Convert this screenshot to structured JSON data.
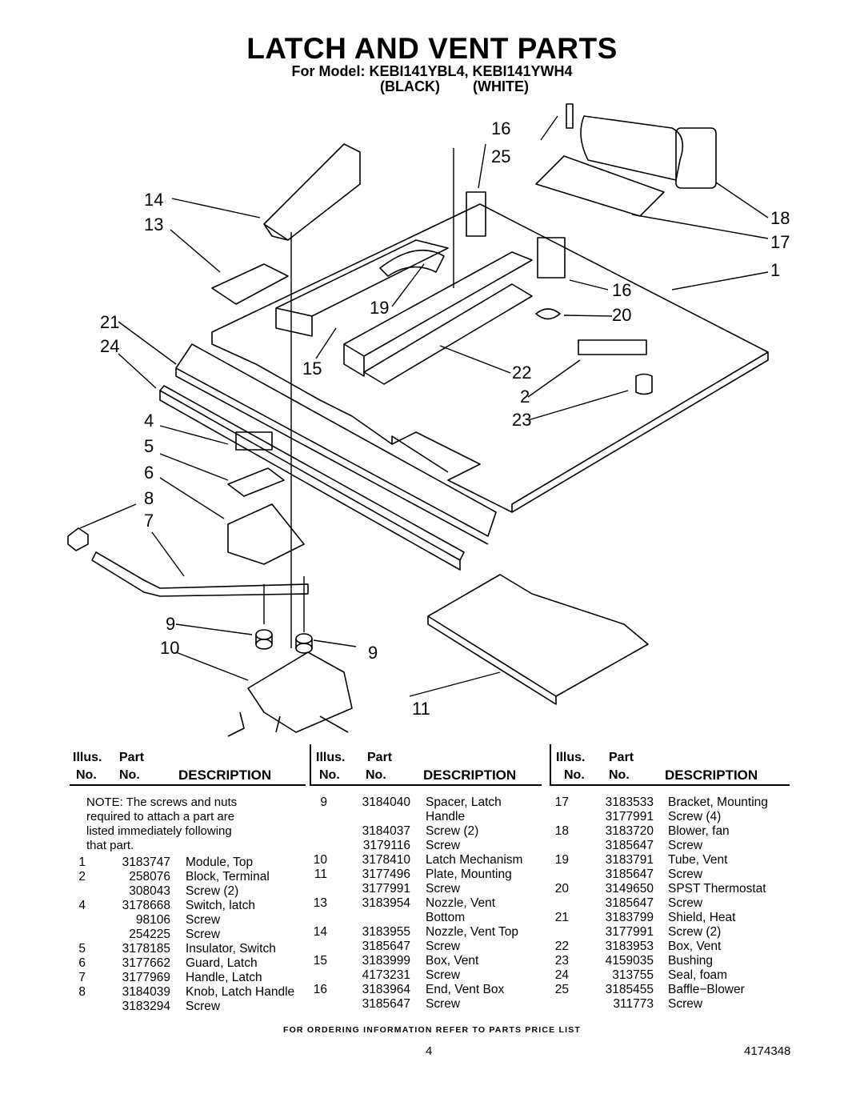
{
  "header": {
    "title": "LATCH AND VENT PARTS",
    "subtitle": "For Model: KEBI141YBL4, KEBI141YWH4",
    "color1": "(BLACK)",
    "color2": "(WHITE)"
  },
  "callouts": [
    "16",
    "25",
    "14",
    "13",
    "18",
    "17",
    "1",
    "16",
    "20",
    "19",
    "21",
    "24",
    "15",
    "22",
    "2",
    "23",
    "4",
    "5",
    "6",
    "8",
    "7",
    "9",
    "10",
    "9",
    "11"
  ],
  "table": {
    "headers": {
      "illus": "Illus.",
      "no": "No.",
      "part": "Part",
      "description": "DESCRIPTION"
    },
    "note": [
      "NOTE: The screws and nuts",
      "required to attach a part are",
      "listed immediately following",
      "that part."
    ],
    "col1": [
      {
        "no": "1",
        "part": "3183747",
        "desc": "Module, Top"
      },
      {
        "no": "2",
        "part": "258076",
        "desc": "Block, Terminal"
      },
      {
        "no": "",
        "part": "308043",
        "desc": "Screw (2)"
      },
      {
        "no": "4",
        "part": "3178668",
        "desc": "Switch, latch"
      },
      {
        "no": "",
        "part": "98106",
        "desc": "Screw"
      },
      {
        "no": "",
        "part": "254225",
        "desc": "Screw"
      },
      {
        "no": "5",
        "part": "3178185",
        "desc": "Insulator, Switch"
      },
      {
        "no": "6",
        "part": "3177662",
        "desc": "Guard, Latch"
      },
      {
        "no": "7",
        "part": "3177969",
        "desc": "Handle, Latch"
      },
      {
        "no": "8",
        "part": "3184039",
        "desc": "Knob, Latch Handle"
      },
      {
        "no": "",
        "part": "3183294",
        "desc": "Screw"
      }
    ],
    "col2": [
      {
        "no": "9",
        "part": "3184040",
        "desc": "Spacer, Latch"
      },
      {
        "no": "",
        "part": "",
        "desc": "Handle"
      },
      {
        "no": "",
        "part": "3184037",
        "desc": "Screw (2)"
      },
      {
        "no": "",
        "part": "3179116",
        "desc": "Screw"
      },
      {
        "no": "10",
        "part": "3178410",
        "desc": "Latch Mechanism"
      },
      {
        "no": "11",
        "part": "3177496",
        "desc": "Plate, Mounting"
      },
      {
        "no": "",
        "part": "3177991",
        "desc": "Screw"
      },
      {
        "no": "13",
        "part": "3183954",
        "desc": "Nozzle, Vent"
      },
      {
        "no": "",
        "part": "",
        "desc": "Bottom"
      },
      {
        "no": "14",
        "part": "3183955",
        "desc": "Nozzle, Vent Top"
      },
      {
        "no": "",
        "part": "3185647",
        "desc": "Screw"
      },
      {
        "no": "15",
        "part": "3183999",
        "desc": "Box, Vent"
      },
      {
        "no": "",
        "part": "4173231",
        "desc": "Screw"
      },
      {
        "no": "16",
        "part": "3183964",
        "desc": "End, Vent Box"
      },
      {
        "no": "",
        "part": "3185647",
        "desc": "Screw"
      }
    ],
    "col3": [
      {
        "no": "17",
        "part": "3183533",
        "desc": "Bracket, Mounting"
      },
      {
        "no": "",
        "part": "3177991",
        "desc": "Screw (4)"
      },
      {
        "no": "18",
        "part": "3183720",
        "desc": "Blower, fan"
      },
      {
        "no": "",
        "part": "3185647",
        "desc": "Screw"
      },
      {
        "no": "19",
        "part": "3183791",
        "desc": "Tube, Vent"
      },
      {
        "no": "",
        "part": "3185647",
        "desc": "Screw"
      },
      {
        "no": "20",
        "part": "3149650",
        "desc": "SPST Thermostat"
      },
      {
        "no": "",
        "part": "3185647",
        "desc": "Screw"
      },
      {
        "no": "21",
        "part": "3183799",
        "desc": "Shield, Heat"
      },
      {
        "no": "",
        "part": "3177991",
        "desc": "Screw (2)"
      },
      {
        "no": "22",
        "part": "3183953",
        "desc": "Box, Vent"
      },
      {
        "no": "23",
        "part": "4159035",
        "desc": "Bushing"
      },
      {
        "no": "24",
        "part": "313755",
        "desc": "Seal, foam"
      },
      {
        "no": "25",
        "part": "3185455",
        "desc": "Baffle−Blower"
      },
      {
        "no": "",
        "part": "311773",
        "desc": "Screw"
      }
    ]
  },
  "footer": {
    "ordering_note": "FOR ORDERING INFORMATION REFER TO PARTS PRICE LIST",
    "page_number": "4",
    "document_number": "4174348"
  }
}
